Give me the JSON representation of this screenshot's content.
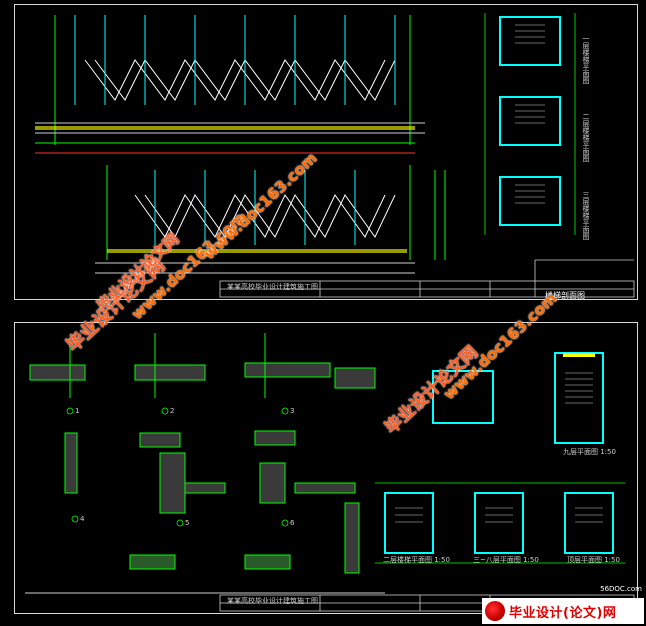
{
  "sheets": {
    "top": {
      "title_block": {
        "drawing_title": "楼梯剖面图",
        "notes": [
          "某某高校毕业设计建筑施工图"
        ]
      },
      "plan_labels": [
        "一层楼梯平面图",
        "二层楼梯平面图",
        "三层楼梯平面图"
      ]
    },
    "bottom": {
      "title_block": {
        "notes": [
          "某某高校毕业设计建筑施工图"
        ]
      },
      "plan_labels": [
        "二层楼梯平面图 1:50",
        "三~八层平面图 1:50",
        "顶层平面图 1:50",
        "九层平面图 1:50"
      ],
      "detail_labels": [
        "1",
        "2",
        "3",
        "4",
        "5",
        "6"
      ]
    }
  },
  "watermarks": [
    {
      "text": "毕业设计论文网"
    },
    {
      "text": "www.doc163.com"
    },
    {
      "text": "毕业设计论文网"
    },
    {
      "text": "www.doc163.com"
    },
    {
      "text": "毕业设计论文网"
    },
    {
      "text": "www.doc163.com"
    }
  ],
  "brand": {
    "logo_text": "毕业设计(论文)网",
    "site": "56DOC.com"
  },
  "colors": {
    "background": "#000000",
    "frame": "#d8d8d8",
    "line_green": "#00ff00",
    "accent_cyan": "#00ffff",
    "accent_yellow": "#ffff00",
    "accent_red": "#ff3030",
    "watermark": "#ff5a1f"
  }
}
